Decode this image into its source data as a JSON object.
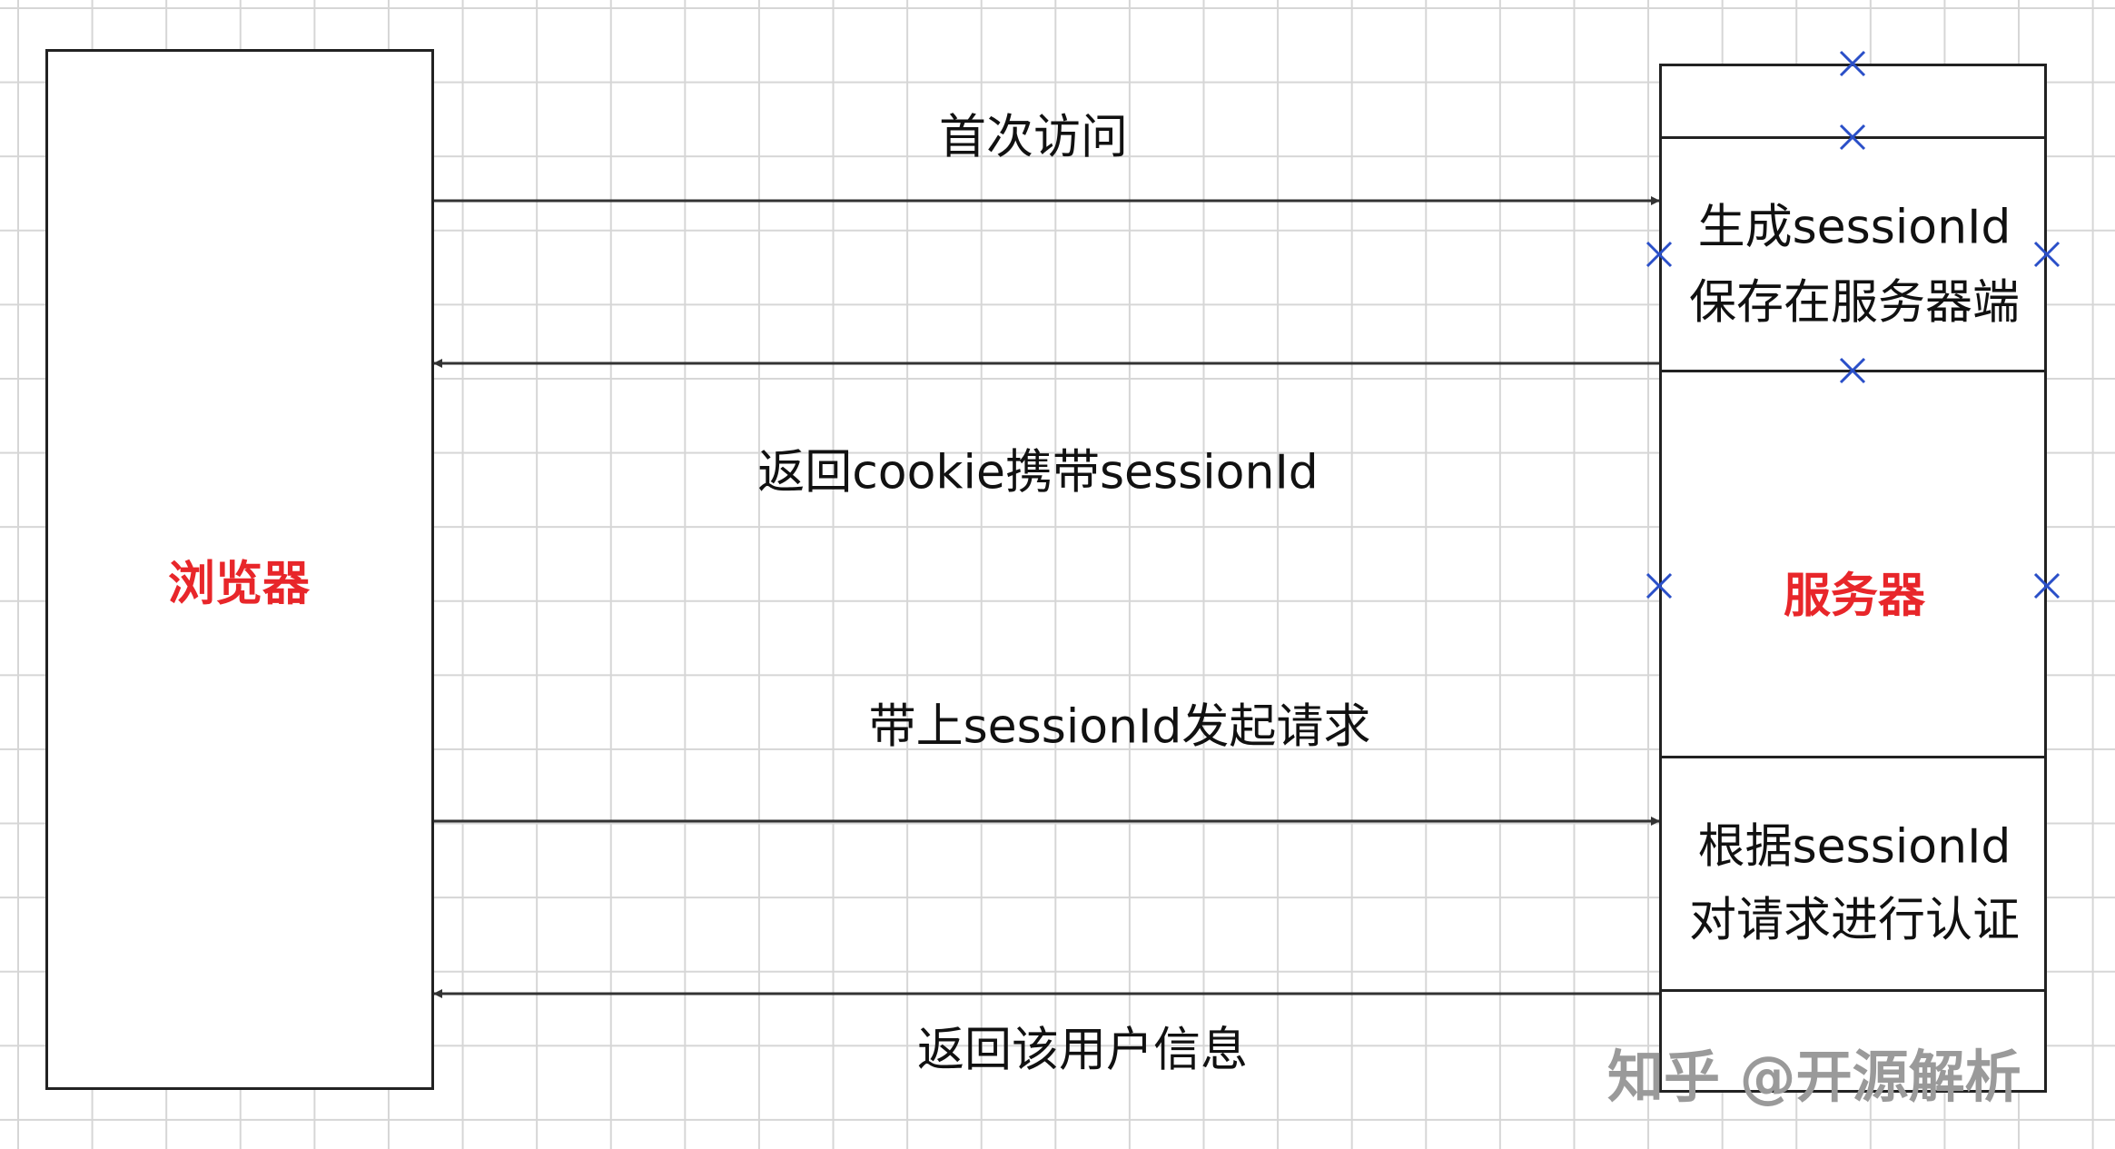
{
  "browser": {
    "label": "浏览器"
  },
  "server": {
    "label": "服务器",
    "step1_line1": "生成sessionId",
    "step1_line2": "保存在服务器端",
    "step2_line1": "根据sessionId",
    "step2_line2": "对请求进行认证"
  },
  "messages": [
    {
      "label": "首次访问",
      "direction": "browser-to-server"
    },
    {
      "label": "返回cookie携带sessionId",
      "direction": "server-to-browser"
    },
    {
      "label": "带上sessionId发起请求",
      "direction": "browser-to-server"
    },
    {
      "label": "返回该用户信息",
      "direction": "server-to-browser"
    }
  ],
  "watermark": "知乎 @开源解析",
  "colors": {
    "highlight": "#e8262a",
    "marker": "#2a4fc8",
    "line": "#222222"
  }
}
